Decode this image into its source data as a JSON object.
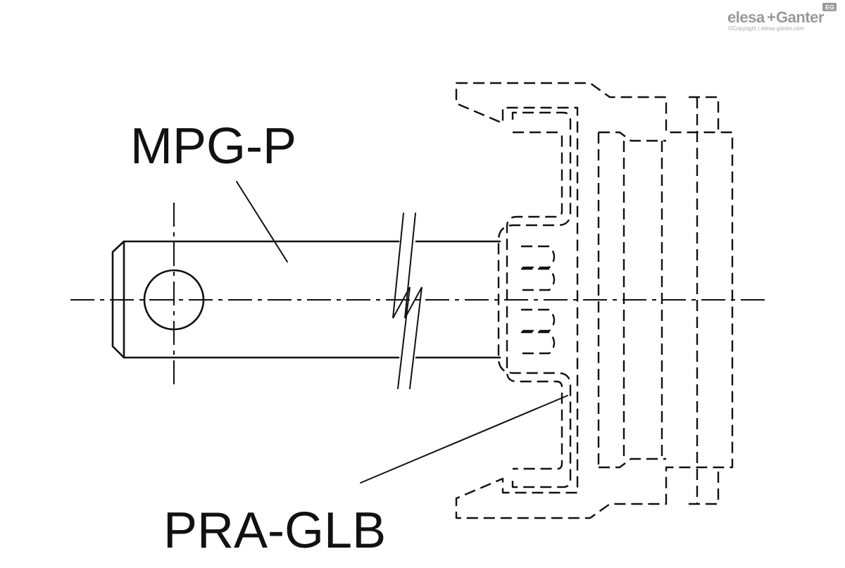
{
  "watermark": {
    "brand_part1": "elesa",
    "brand_plus": "+",
    "brand_part2": "Ganter",
    "copyright": "©Copyright | elesa-ganter.com",
    "badge": "EG"
  },
  "labels": {
    "pin": "MPG-P",
    "grip": "PRA-GLB"
  },
  "colors": {
    "line": "#111111",
    "watermark": "#9a9a9a",
    "background": "#ffffff"
  }
}
